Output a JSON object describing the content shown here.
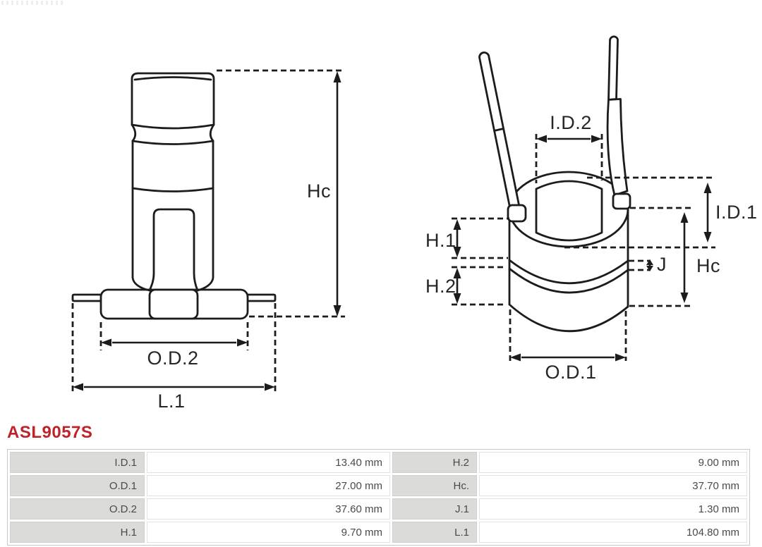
{
  "part_number": "ASL9057S",
  "colors": {
    "accent_red": "#bf2329",
    "drawing_line": "#1c1c1c",
    "table_label_bg": "#dbdbd9",
    "table_text": "#4a4a4a"
  },
  "drawings": {
    "side_view": {
      "labels": {
        "hc": "Hc",
        "od2": "O.D.2",
        "l1": "L.1"
      }
    },
    "front_view": {
      "labels": {
        "id2": "I.D.2",
        "id1": "I.D.1",
        "hc": "Hc",
        "h1": "H.1",
        "h2": "H.2",
        "j": "J",
        "od1": "O.D.1"
      }
    }
  },
  "spec_table": {
    "rows": [
      {
        "label_left": "I.D.1",
        "value_left": "13.40 mm",
        "label_right": "H.2",
        "value_right": "9.00 mm"
      },
      {
        "label_left": "O.D.1",
        "value_left": "27.00 mm",
        "label_right": "Hc.",
        "value_right": "37.70 mm"
      },
      {
        "label_left": "O.D.2",
        "value_left": "37.60 mm",
        "label_right": "J.1",
        "value_right": "1.30 mm"
      },
      {
        "label_left": "H.1",
        "value_left": "9.70 mm",
        "label_right": "L.1",
        "value_right": "104.80 mm"
      }
    ]
  }
}
